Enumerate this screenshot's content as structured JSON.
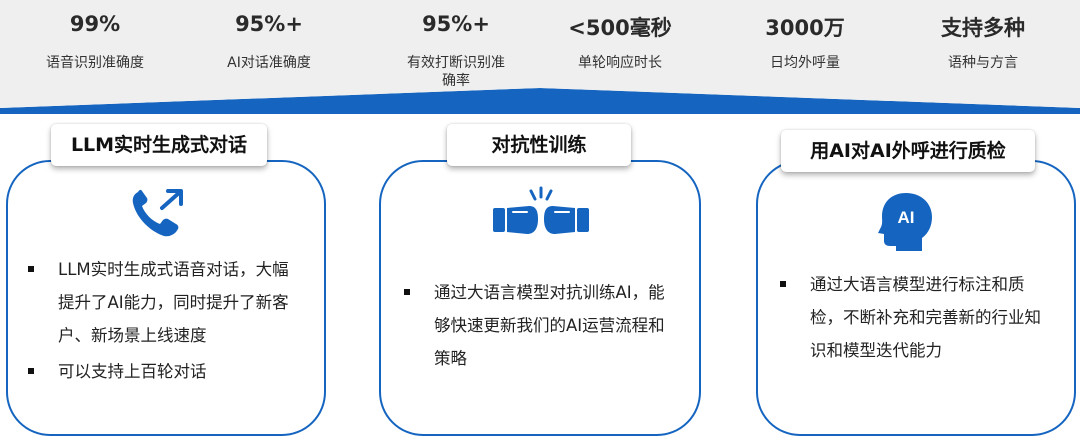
{
  "stats": [
    {
      "value": "99%",
      "label": "语音识别准确度"
    },
    {
      "value": "95%+",
      "label": "AI对话准确度"
    },
    {
      "value": "95%+",
      "label": "有效打断识别准确率"
    },
    {
      "value": "<500毫秒",
      "label": "单轮响应时长"
    },
    {
      "value": "3000万",
      "label": "日均外呼量"
    },
    {
      "value": "支持多种",
      "label": "语种与方言"
    }
  ],
  "cards": [
    {
      "title": "LLM实时生成式对话",
      "icon": "phone-callback-icon",
      "bullets": [
        "LLM实时生成式语音对话，大幅提升了AI能力，同时提升了新客户、新场景上线速度",
        "可以支持上百轮对话"
      ]
    },
    {
      "title": "对抗性训练",
      "icon": "boxing-gloves-icon",
      "bullets": [
        "通过大语言模型对抗训练AI，能够快速更新我们的AI运营流程和策略"
      ]
    },
    {
      "title": "用AI对AI外呼进行质检",
      "icon": "ai-head-icon",
      "icon_text": "AI",
      "bullets": [
        "通过大语言模型进行标注和质检，不断补充和完善新的行业知识和模型迭代能力"
      ]
    }
  ],
  "colors": {
    "accent": "#1565c0",
    "panel": "#efeff0"
  }
}
